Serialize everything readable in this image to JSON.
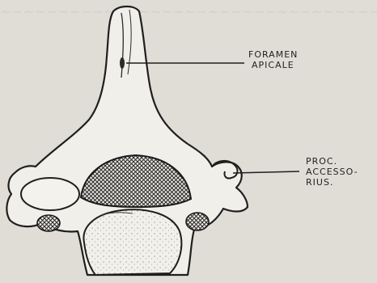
{
  "labels": {
    "foramen_apicale": {
      "line1": "FORAMEN",
      "line2": "APICALE"
    },
    "proc_accessorius": {
      "line1": "PROC.",
      "line2": "ACCESSO-",
      "line3": "RIUS."
    }
  },
  "colors": {
    "paper": "#dfddd6",
    "ink": "#1f1f1f",
    "bone_fill": "#f1efe9",
    "hatch": "#3a3a3a"
  }
}
